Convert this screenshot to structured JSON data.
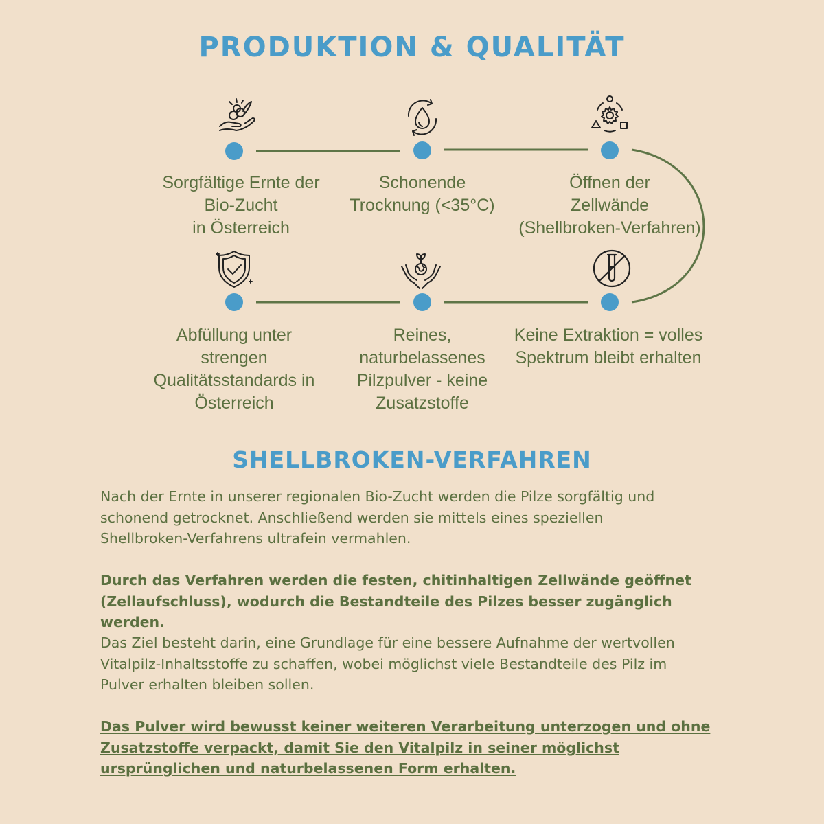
{
  "heading": "PRODUKTION & QUALITÄT",
  "steps": [
    {
      "label": "Sorgfältige Ernte der\nBio-Zucht\nin Österreich",
      "icon": "harvest-hand-icon"
    },
    {
      "label": "Schonende\nTrocknung (<35°C)",
      "icon": "drying-drop-icon"
    },
    {
      "label": "Öffnen der\nZellwände\n(Shellbroken-Verfahren)",
      "icon": "gear-process-icon"
    },
    {
      "label": "Abfüllung unter\nstrengen\nQualitätsstandards in\nÖsterreich",
      "icon": "shield-check-icon"
    },
    {
      "label": "Reines,\nnaturbelassenes\nPilzpulver - keine\nZusatzstoffe",
      "icon": "hands-earth-sprout-icon"
    },
    {
      "label": "Keine Extraktion = volles\nSpektrum bleibt erhalten",
      "icon": "no-testtube-icon"
    }
  ],
  "section_title": "SHELLBROKEN-VERFAHREN",
  "paragraphs": [
    "Nach der Ernte in unserer regionalen Bio-Zucht werden die Pilze sorgfältig und\nschonend getrocknet. Anschließend werden sie mittels eines speziellen\nShellbroken-Verfahrens ultrafein vermahlen.",
    "Durch das Verfahren werden die festen, chitinhaltigen Zellwände geöffnet\n(Zellaufschluss), wodurch die Bestandteile des Pilzes besser zugänglich werden.",
    "Das Ziel besteht darin, eine Grundlage für eine bessere Aufnahme der wertvollen\nVitalpilz-Inhaltsstoffe zu schaffen, wobei möglichst viele Bestandteile des Pilz im\nPulver erhalten bleiben sollen.",
    "Das Pulver wird bewusst keiner weiteren Verarbeitung unterzogen und ohne\nZusatzstoffe verpackt, damit Sie den Vitalpilz in seiner möglichst\nursprünglichen und naturbelassenen Form erhalten."
  ],
  "colors": {
    "background": "#f1e0cb",
    "accent_blue": "#4a9cc9",
    "text_green": "#5b7040",
    "line_green": "#5e7547"
  }
}
